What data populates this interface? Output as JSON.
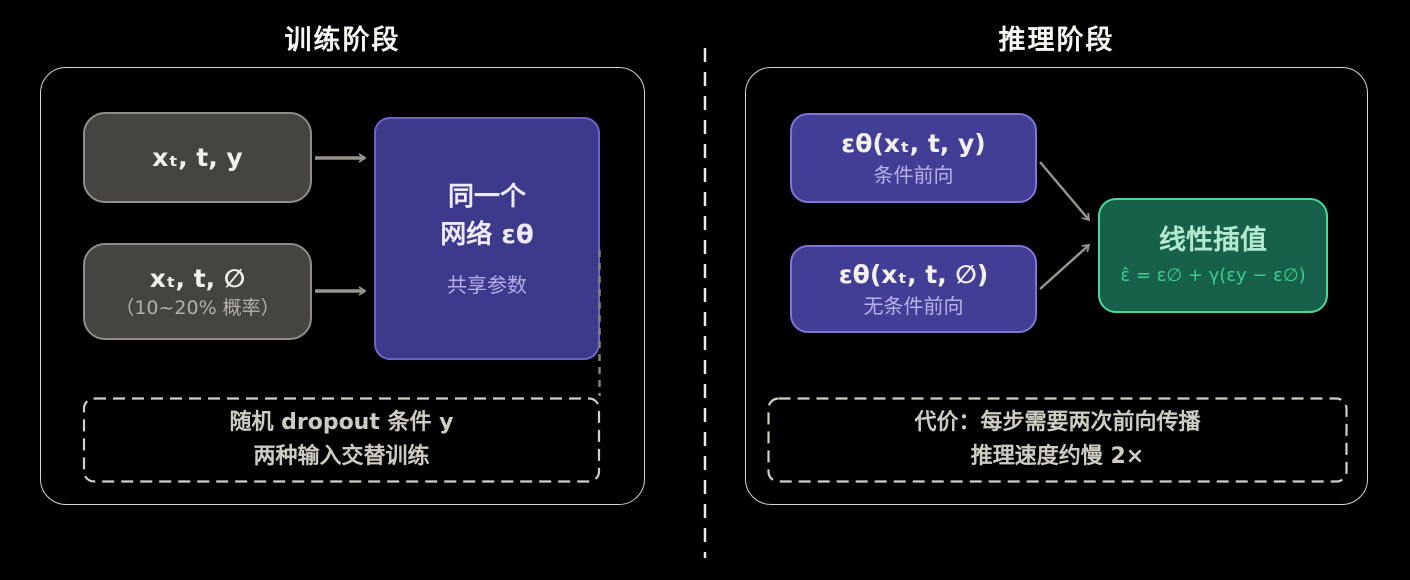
{
  "canvas": {
    "background": "#000000"
  },
  "colors": {
    "container_border": "#d8d5cb",
    "gray_box_fill": "#454440",
    "gray_box_border": "#8f8d85",
    "purple_left_fill": "#3e3a8b",
    "purple_left_border": "#6a63c6",
    "purple_right_fill": "#423e96",
    "purple_right_border": "#7d76d4",
    "green_fill": "#176049",
    "green_border": "#4fd69c",
    "formula_text": "#3ecd8f",
    "lavender_text": "#b7b1e8",
    "arrow_gray": "#96948c",
    "note_text": "#cecbc1"
  },
  "left_panel": {
    "title": "训练阶段",
    "cond_input_box": {
      "label": "xₜ, t, y"
    },
    "uncond_input_box": {
      "label": "xₜ, t, ∅",
      "note": "（10~20% 概率）"
    },
    "network_box": {
      "line1": "同一个",
      "line2": "网络 εθ",
      "caption": "共享参数"
    },
    "note_box": {
      "line1": "随机 dropout 条件 y",
      "line2": "两种输入交替训练"
    }
  },
  "right_panel": {
    "title": "推理阶段",
    "cond_forward_box": {
      "label": "εθ(xₜ, t, y)",
      "caption": "条件前向"
    },
    "uncond_forward_box": {
      "label": "εθ(xₜ, t, ∅)",
      "caption": "无条件前向"
    },
    "interpolation_box": {
      "title": "线性插值",
      "formula": "ε̂ = ε∅ + γ(εy − ε∅)"
    },
    "note_box": {
      "line1": "代价：每步需要两次前向传播",
      "line2": "推理速度约慢 2×"
    }
  }
}
